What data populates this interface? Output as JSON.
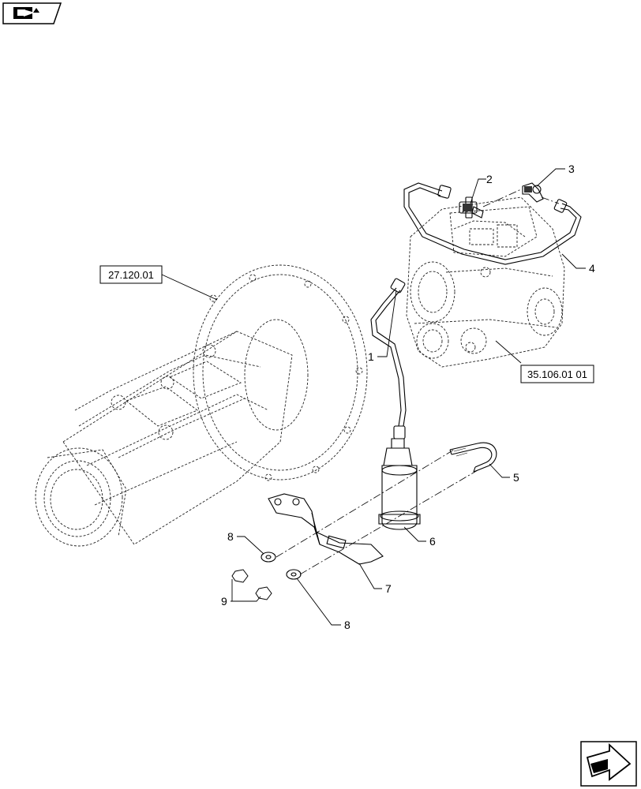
{
  "icons": {
    "top_left": "book-pointer-icon",
    "bottom_right": "next-page-arrow-icon"
  },
  "references": {
    "axle_housing": "27.120.01",
    "pump": "35.106.01 01"
  },
  "callouts": {
    "c1": "1",
    "c2": "2",
    "c3": "3",
    "c4": "4",
    "c5": "5",
    "c6": "6",
    "c7": "7",
    "c8a": "8",
    "c8b": "8",
    "c9": "9"
  }
}
